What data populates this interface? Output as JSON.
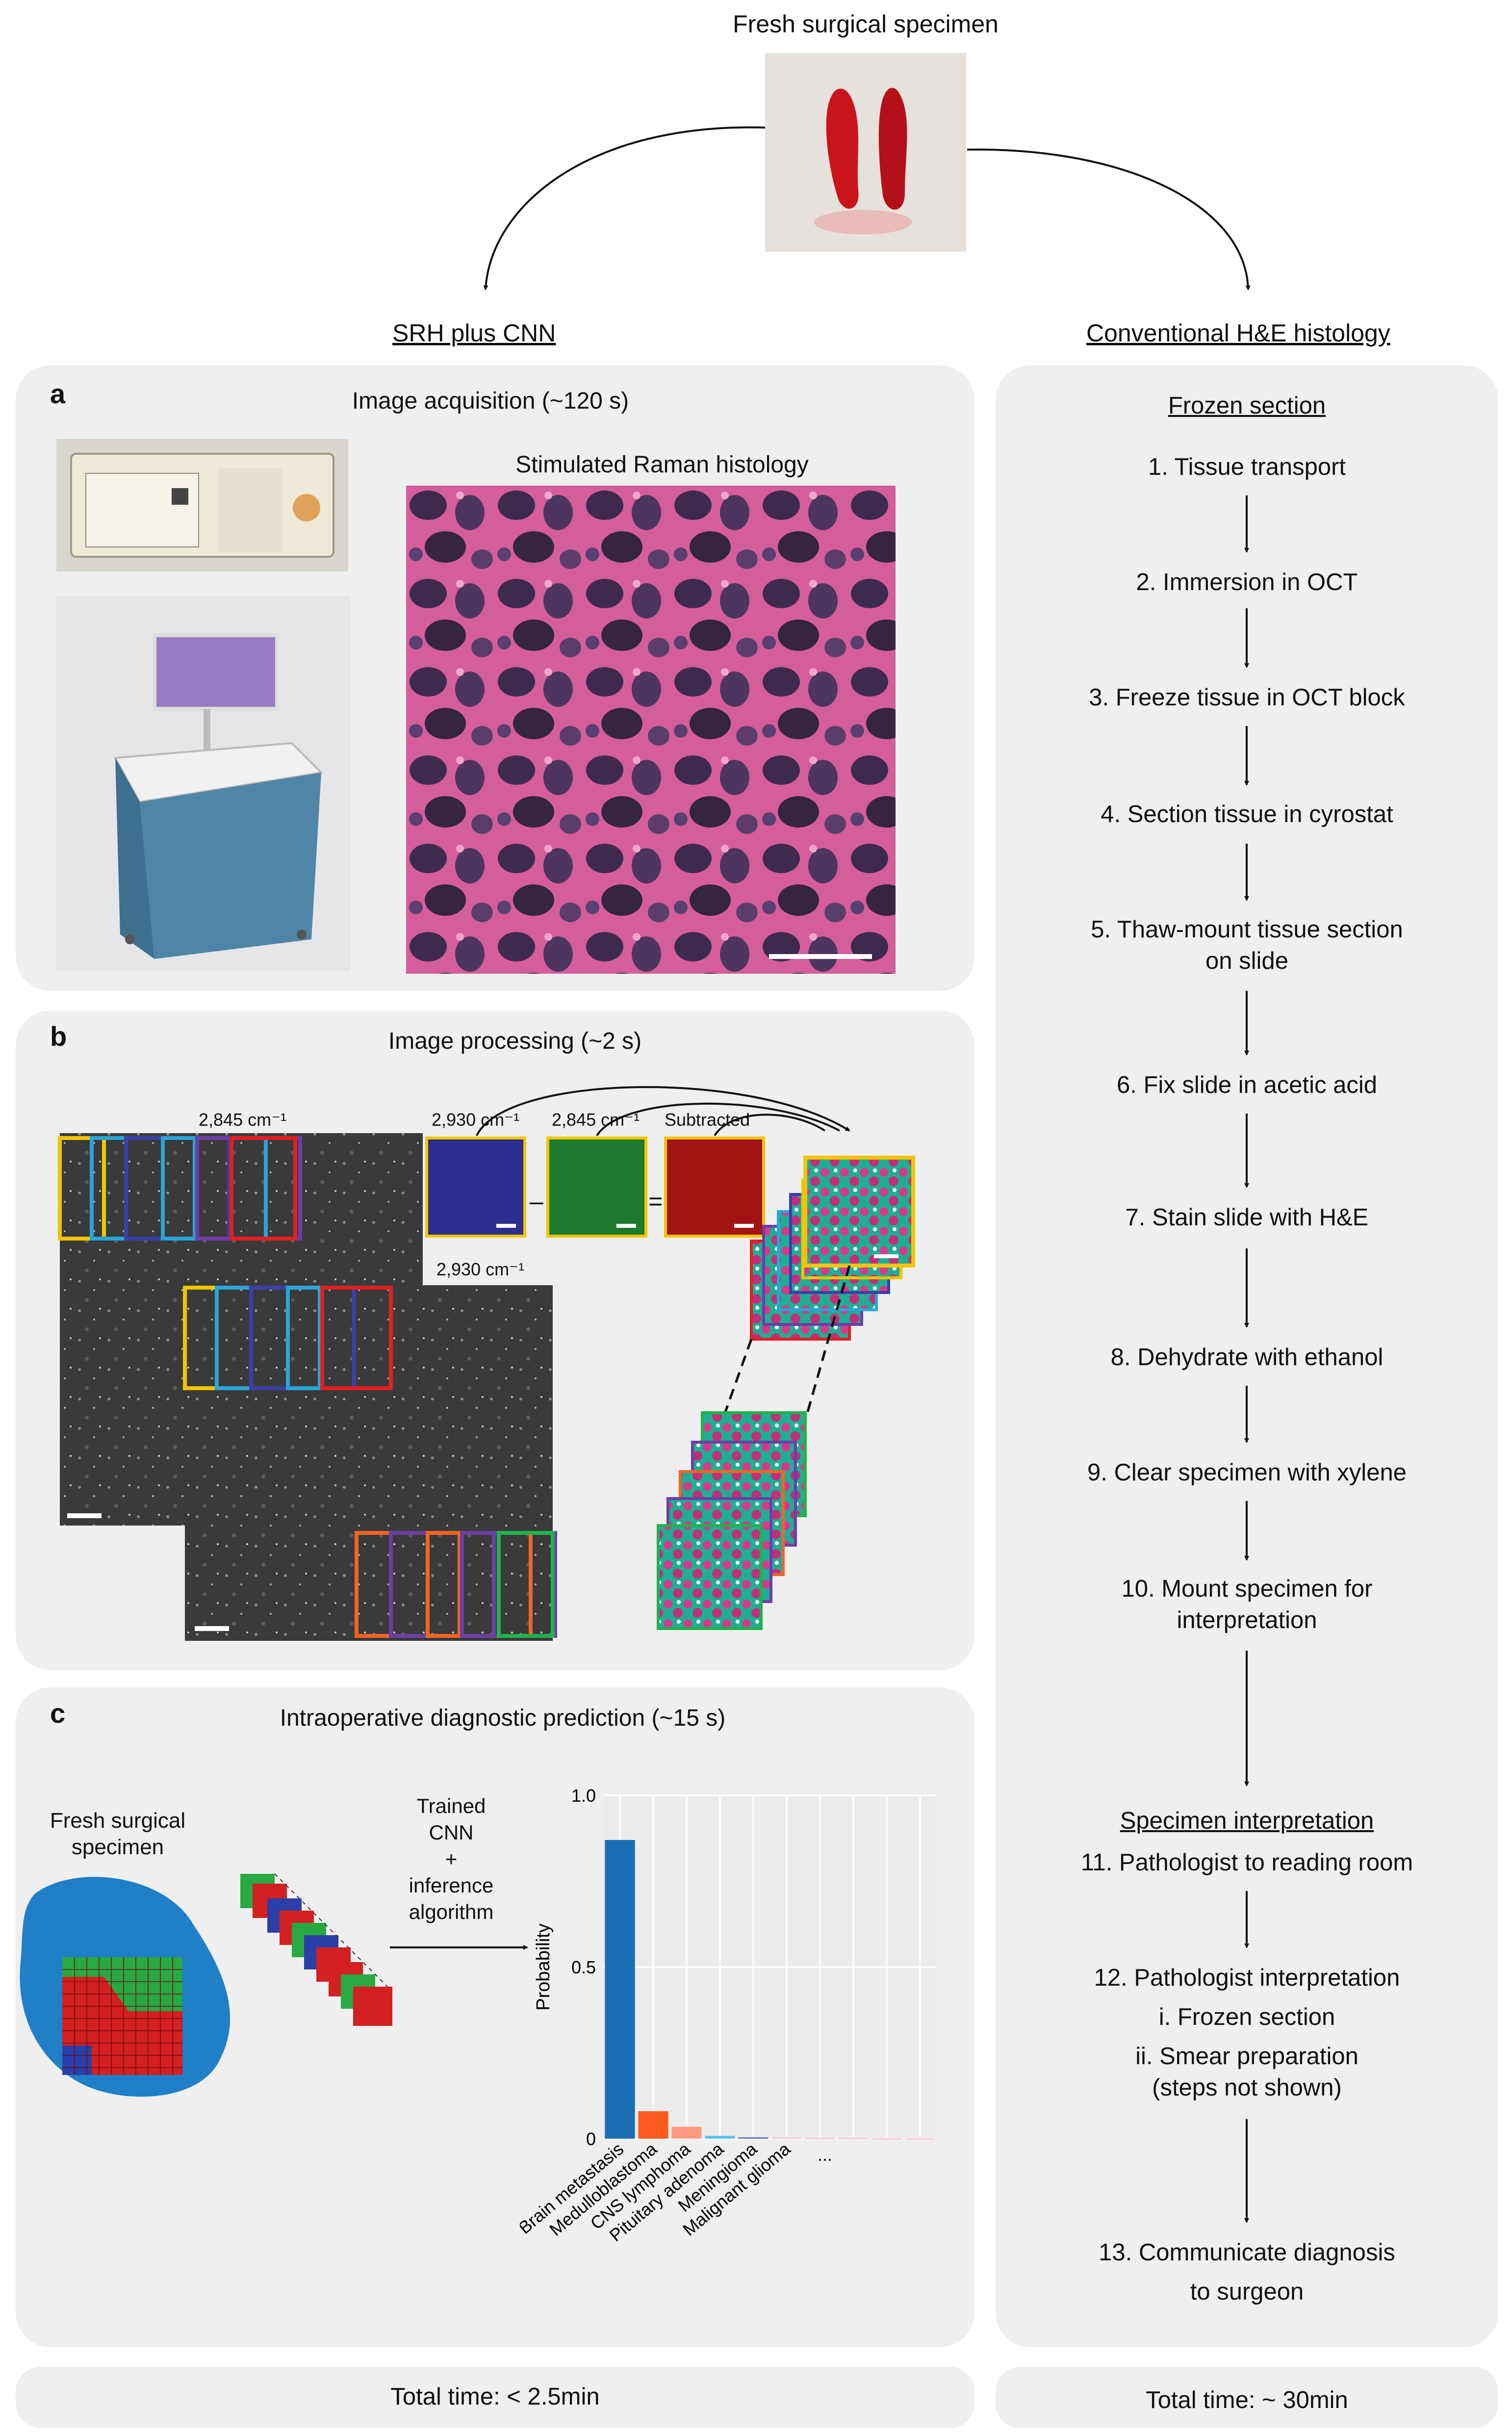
{
  "top": {
    "specimen_label": "Fresh surgical specimen",
    "left_branch": "SRH plus CNN",
    "right_branch": "Conventional H&E histology"
  },
  "panel_a": {
    "letter": "a",
    "title": "Image acquisition (~120 s)",
    "srh_label": "Stimulated Raman histology"
  },
  "panel_b": {
    "letter": "b",
    "title": "Image processing (~2 s)",
    "label_2845_main": "2,845 cm⁻¹",
    "label_2930_main": "2,930 cm⁻¹",
    "label_2930_small": "2,930 cm⁻¹",
    "label_2845_small": "2,845 cm⁻¹",
    "label_subtracted": "Subtracted",
    "minus": "–",
    "equals": "="
  },
  "panel_c": {
    "letter": "c",
    "title": "Intraoperative diagnostic prediction (~15 s)",
    "specimen_label_line1": "Fresh surgical",
    "specimen_label_line2": "specimen",
    "cnn_line1": "Trained",
    "cnn_line2": "CNN",
    "cnn_line3": "+",
    "cnn_line4": "inference",
    "cnn_line5": "algorithm"
  },
  "chart_data": {
    "type": "bar",
    "ylabel": "Probability",
    "ylim": [
      0,
      1.0
    ],
    "yticks": [
      "0",
      "0.5",
      "1.0"
    ],
    "ytick_values": [
      0,
      0.5,
      1.0
    ],
    "categories": [
      "Brain metastasis",
      "Medulloblastoma",
      "CNS lymphoma",
      "Pituitary adenoma",
      "Meningioma",
      "Malignant glioma",
      "..."
    ],
    "values": [
      0.87,
      0.08,
      0.035,
      0.008,
      0.004,
      0.003,
      0.002,
      0.002,
      0.001,
      0.001
    ],
    "bar_colors": [
      "#1a6fb5",
      "#ff5a1f",
      "#ff9a80",
      "#4fc3f7",
      "#5c6bc0",
      "#f8bbd0",
      "#f8bbd0",
      "#f8bbd0",
      "#f8bbd0",
      "#f8bbd0"
    ],
    "grid": true
  },
  "conventional": {
    "frozen_header": "Frozen section",
    "steps": [
      "1. Tissue transport",
      "2. Immersion in OCT",
      "3. Freeze tissue in OCT block",
      "4. Section tissue in cyrostat",
      "5. Thaw-mount tissue section",
      "on slide",
      "6. Fix slide in acetic acid",
      "7. Stain slide with H&E",
      "8. Dehydrate with ethanol",
      "9. Clear specimen with xylene",
      "10. Mount specimen for",
      "interpretation"
    ],
    "interp_header": "Specimen interpretation",
    "steps2": [
      "11. Pathologist to reading room",
      "12. Pathologist interpretation",
      "i. Frozen section",
      "ii. Smear preparation",
      "(steps not shown)",
      "13. Communicate diagnosis",
      "to surgeon"
    ]
  },
  "totals": {
    "left": "Total time: < 2.5min",
    "right": "Total time: ~ 30min"
  }
}
